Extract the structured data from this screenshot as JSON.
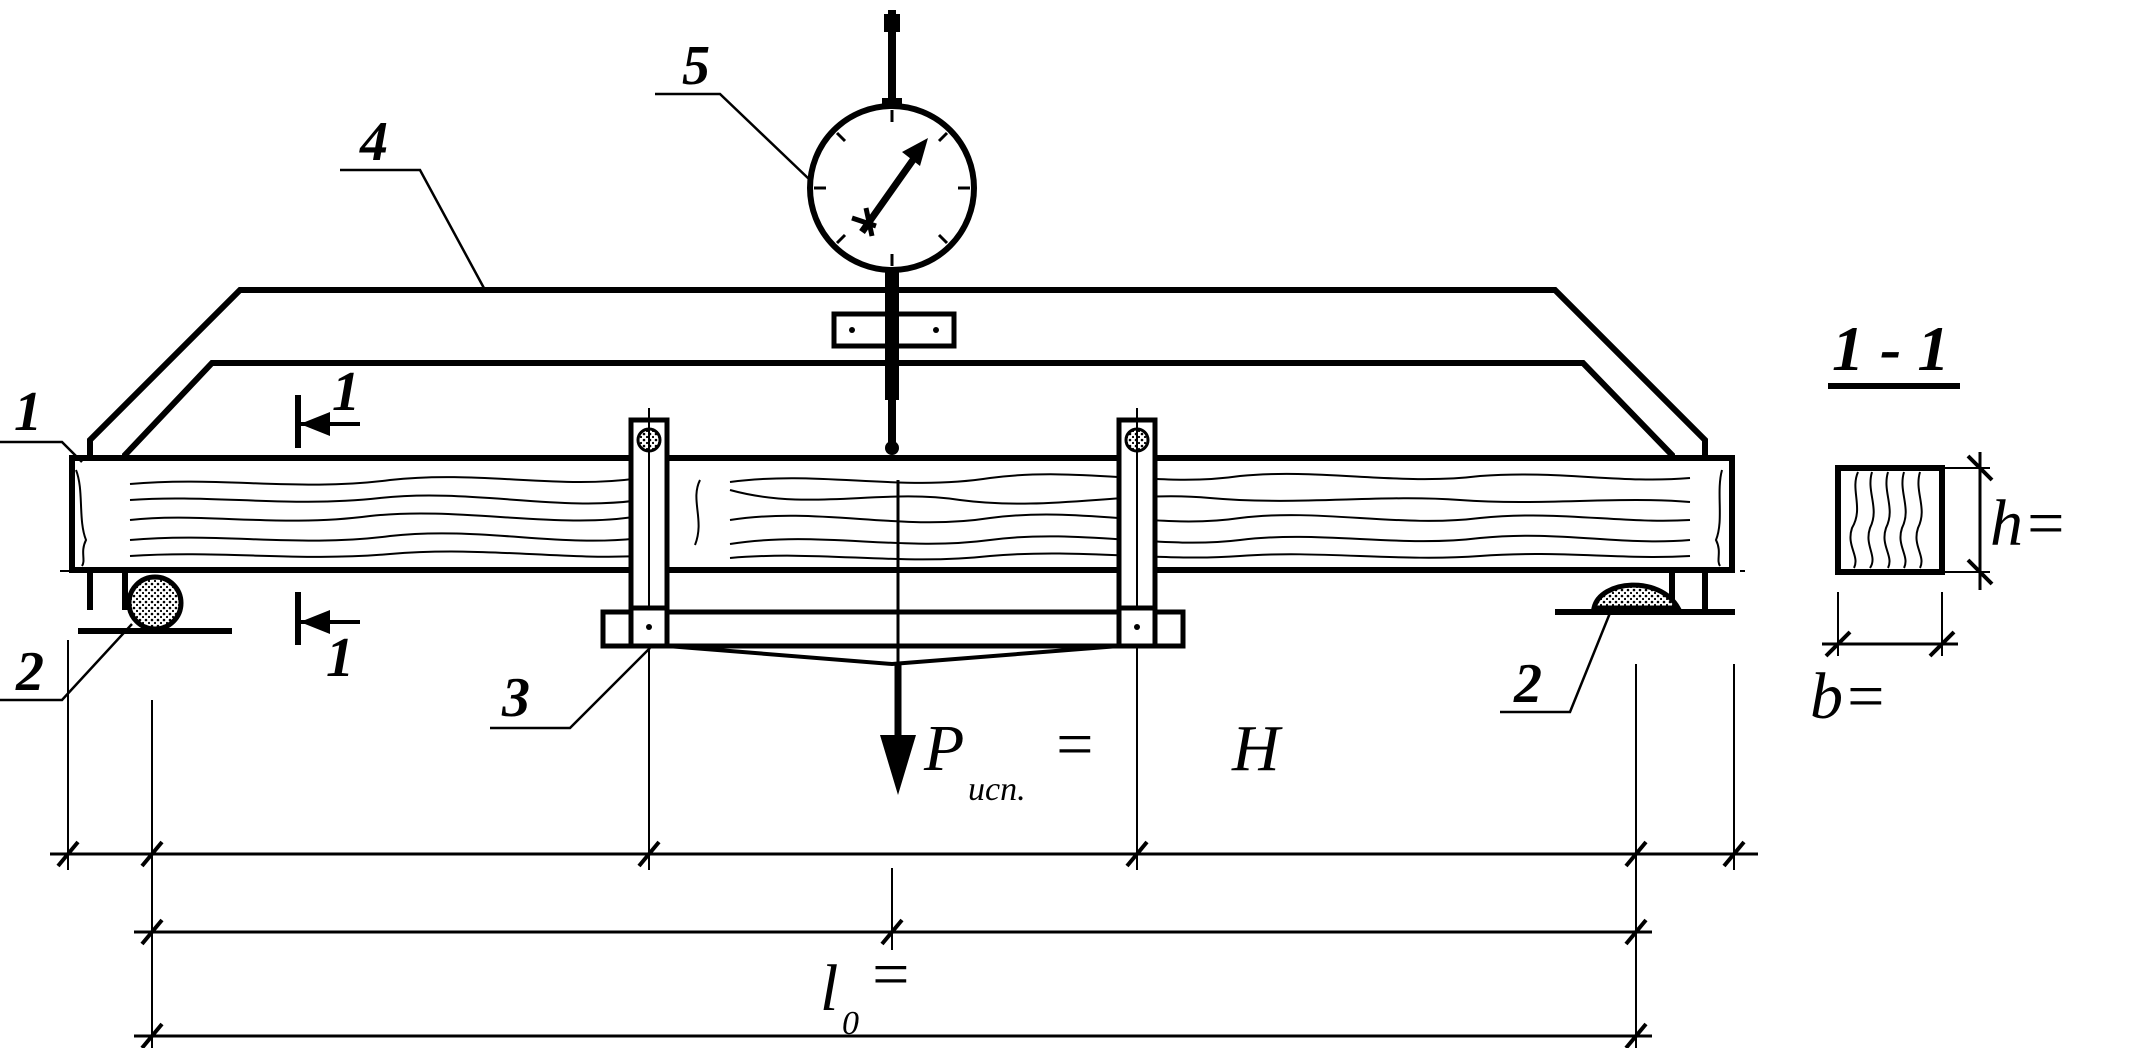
{
  "diagram": {
    "callouts": [
      "1",
      "2",
      "3",
      "4",
      "5",
      "2"
    ],
    "section_marker": "1",
    "section_title": "1 - 1",
    "load_label": {
      "symbol": "P",
      "subscript": "исп.",
      "equals": "=",
      "unit": "Н"
    },
    "span_label": {
      "symbol": "l",
      "subscript": "0",
      "equals": "="
    },
    "height_label": "h=",
    "width_label": "b="
  },
  "colors": {
    "ink": "#000000",
    "paper": "#ffffff",
    "support_fill": "#bdbdbd"
  }
}
